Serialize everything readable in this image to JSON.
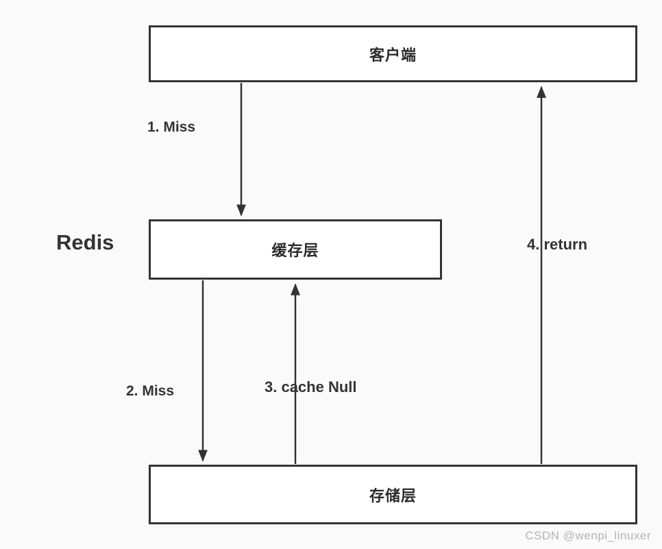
{
  "boxes": {
    "client": {
      "label": "客户端"
    },
    "cache": {
      "label": "缓存层"
    },
    "storage": {
      "label": "存储层"
    }
  },
  "side_label": {
    "text": "Redis"
  },
  "arrows": [
    {
      "label": "1. Miss",
      "from": "client",
      "to": "cache",
      "direction": "down"
    },
    {
      "label": "2. Miss",
      "from": "cache",
      "to": "storage",
      "direction": "down"
    },
    {
      "label": "3. cache Null",
      "from": "storage",
      "to": "cache",
      "direction": "up"
    },
    {
      "label": "4. return",
      "from": "storage",
      "to": "client",
      "direction": "up"
    }
  ],
  "watermark": {
    "text": "CSDN @wenpi_linuxer"
  },
  "colors": {
    "background": "#fafafa",
    "box_fill": "#ffffff",
    "stroke": "#333333",
    "watermark": "#b3b3b3"
  }
}
